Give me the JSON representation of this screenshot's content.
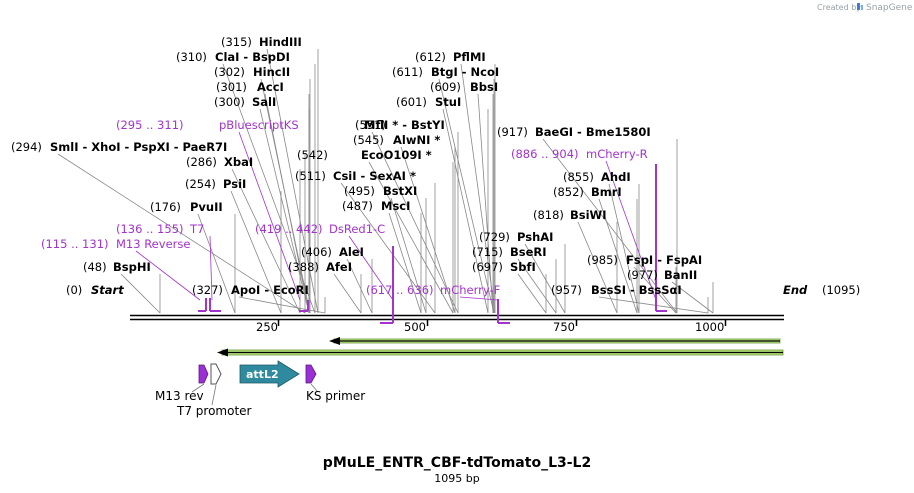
{
  "credit": {
    "text": "Created by",
    "brand": "SnapGene"
  },
  "ends": {
    "start_pos": "(0)",
    "start_label": "Start",
    "end_label": "End",
    "end_pos": "(1095)"
  },
  "ruler": {
    "ticks": [
      "250",
      "500",
      "750",
      "1000"
    ]
  },
  "enzymes": [
    {
      "pos": "(315)",
      "name": "HindIII"
    },
    {
      "pos": "(310)",
      "name": "ClaI - BspDI"
    },
    {
      "pos": "(302)",
      "name": "HincII"
    },
    {
      "pos": "(301)",
      "name": "AccI"
    },
    {
      "pos": "(300)",
      "name": "SalI"
    },
    {
      "pos": "(294)",
      "name": "SmlI - XhoI - PspXI - PaeR7I"
    },
    {
      "pos": "(286)",
      "name": "XbaI"
    },
    {
      "pos": "(254)",
      "name": "PsiI"
    },
    {
      "pos": "(176)",
      "name": "PvuII"
    },
    {
      "pos": "(48)",
      "name": "BspHI"
    },
    {
      "pos": "(327)",
      "name": "ApoI - EcoRI"
    },
    {
      "pos": "(388)",
      "name": "AfeI"
    },
    {
      "pos": "(406)",
      "name": "AleI"
    },
    {
      "pos": "(511)",
      "name": "CsiI - SexAI *"
    },
    {
      "pos": "(495)",
      "name": "BstXI"
    },
    {
      "pos": "(487)",
      "name": "MscI"
    },
    {
      "pos": "(542)",
      "name": "EcoO109I *"
    },
    {
      "pos": "(545)",
      "name": "AlwNI *"
    },
    {
      "pos": "(551)",
      "name": "MflI * - BstYI"
    },
    {
      "pos": "(601)",
      "name": "StuI"
    },
    {
      "pos": "(609)",
      "name": "BbsI"
    },
    {
      "pos": "(611)",
      "name": "BtgI - NcoI"
    },
    {
      "pos": "(612)",
      "name": "PflMI"
    },
    {
      "pos": "(729)",
      "name": "PshAI"
    },
    {
      "pos": "(715)",
      "name": "BseRI"
    },
    {
      "pos": "(697)",
      "name": "SbfI"
    },
    {
      "pos": "(917)",
      "name": "BaeGI - Bme1580I"
    },
    {
      "pos": "(855)",
      "name": "AhdI"
    },
    {
      "pos": "(852)",
      "name": "BmrI"
    },
    {
      "pos": "(818)",
      "name": "BsiWI"
    },
    {
      "pos": "(985)",
      "name": "FspI - FspAI"
    },
    {
      "pos": "(977)",
      "name": "BanII"
    },
    {
      "pos": "(957)",
      "name": "BssSI - BssSαI"
    }
  ],
  "primers": [
    {
      "range": "(295 .. 311)",
      "name": "pBluescriptKS"
    },
    {
      "range": "(136 .. 155)",
      "name": "T7"
    },
    {
      "range": "(115 .. 131)",
      "name": "M13 Reverse"
    },
    {
      "range": "(419 .. 442)",
      "name": "DsRed1-C"
    },
    {
      "range": "(617 .. 636)",
      "name": "mCherry-F"
    },
    {
      "range": "(886 .. 904)",
      "name": "mCherry-R"
    }
  ],
  "features": [
    {
      "name": "M13 rev",
      "color": "#9b2fd6"
    },
    {
      "name": "T7 promoter",
      "color": "#ffffff"
    },
    {
      "name": "attL2",
      "color": "#2e8a9c"
    },
    {
      "name": "KS primer",
      "color": "#9b2fd6"
    },
    {
      "name": "",
      "color": "#b7e27b"
    }
  ],
  "title": "pMuLE_ENTR_CBF-tdTomato_L3-L2",
  "subtitle": "1095 bp",
  "colors": {
    "primer": "#a233cc",
    "orf": "#b7e27b",
    "backbone": "#000000"
  }
}
